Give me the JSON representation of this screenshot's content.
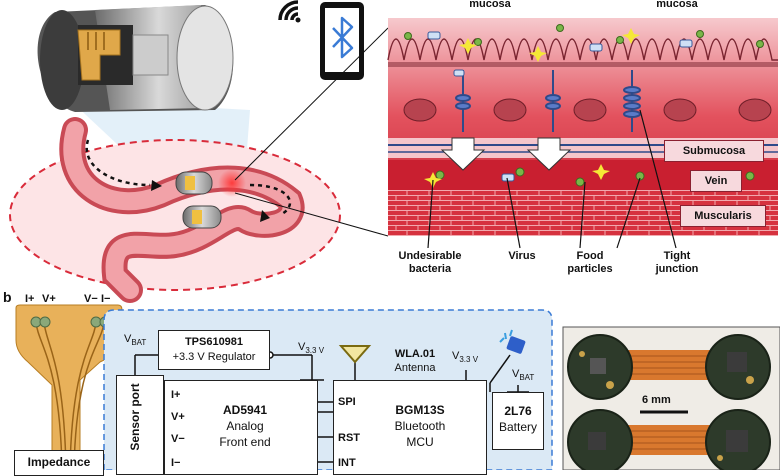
{
  "panel_a": {
    "mucosa_left": "mucosa",
    "mucosa_right": "mucosa",
    "submucosa": "Submucosa",
    "vein": "Vein",
    "muscularis": "Muscularis",
    "undesirable_bacteria": "Undesirable\nbacteria",
    "virus": "Virus",
    "food_particles": "Food\nparticles",
    "tight_junction": "Tight\njunction"
  },
  "panel_b": {
    "letter": "b",
    "electrode_pins": [
      "I+",
      "V+",
      "V−",
      "I−"
    ],
    "regulator": {
      "part": "TPS610981",
      "desc": "+3.3 V Regulator"
    },
    "vbat_left": "V",
    "vbat_sub": "BAT",
    "v33_a": "V",
    "v33_sub": "3.3 V",
    "antenna": {
      "part": "WLA.01",
      "desc": "Antenna"
    },
    "vbat_right": "V",
    "sensor_port": "Sensor port",
    "sensor_pins": [
      "I+",
      "V+",
      "V−",
      "I−"
    ],
    "afe": {
      "part": "AD5941",
      "desc1": "Analog",
      "desc2": "Front end"
    },
    "mcu_pins": [
      "SPI",
      "RST",
      "INT"
    ],
    "mcu": {
      "part": "BGM13S",
      "desc1": "Bluetooth",
      "desc2": "MCU"
    },
    "battery": {
      "part": "2L76",
      "desc": "Battery"
    },
    "impedance": "Impedance",
    "scale_bar": "6 mm"
  },
  "colors": {
    "tissue_red": "#d92b3a",
    "panel_blue": "#dbe9f5",
    "flex_gold": "#e0a84a",
    "pcb_board": "#2d3a2a"
  }
}
